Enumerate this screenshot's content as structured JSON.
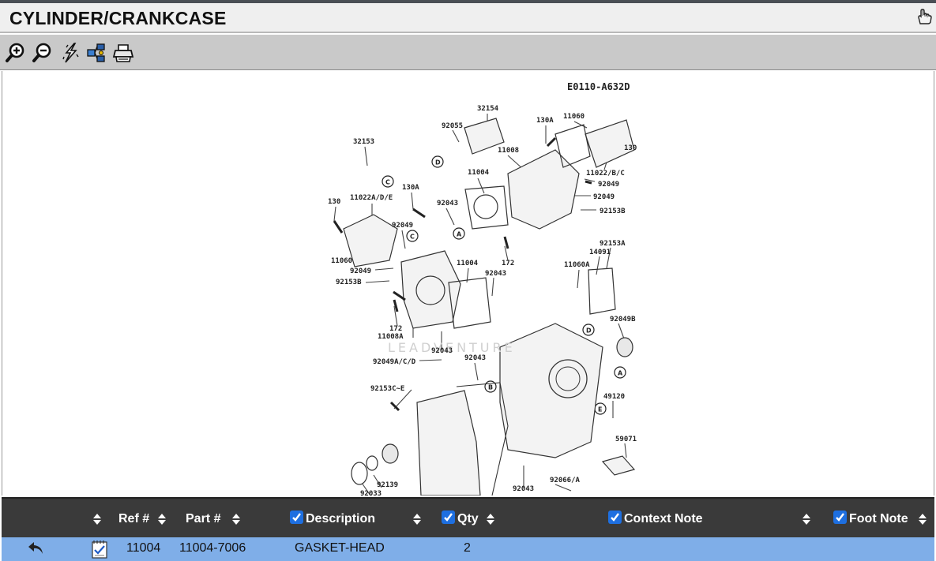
{
  "window": {
    "title": "CYLINDER/CRANKCASE"
  },
  "toolbar": {
    "buttons": [
      {
        "name": "zoom-in-icon"
      },
      {
        "name": "zoom-out-icon"
      },
      {
        "name": "lightning-icon"
      },
      {
        "name": "network-icon"
      },
      {
        "name": "print-icon"
      }
    ]
  },
  "diagram": {
    "code": "E0110-A632D",
    "watermark": "LEADVENTURE",
    "labels": [
      "32154",
      "92055",
      "130A",
      "11060",
      "11008",
      "130",
      "32153",
      "11004",
      "11022/B/C",
      "92049",
      "92049",
      "92153B",
      "130",
      "11022A/D/E",
      "130A",
      "92043",
      "92049",
      "11060",
      "92049",
      "92153B",
      "11004",
      "172",
      "92043",
      "92153A",
      "14091",
      "11060A",
      "92049B",
      "172",
      "11008A",
      "92043",
      "92049A/C/D",
      "92043",
      "92153C~E",
      "49120",
      "59071",
      "92139",
      "92033",
      "92043",
      "92066/A"
    ],
    "callouts": [
      "C",
      "D",
      "C",
      "A",
      "D",
      "A",
      "B",
      "E"
    ]
  },
  "table": {
    "columns": {
      "ref": "Ref #",
      "part": "Part #",
      "description": "Description",
      "qty": "Qty",
      "context": "Context Note",
      "foot": "Foot Note"
    },
    "rows": [
      {
        "ref": "11004",
        "part": "11004-7006",
        "description": "GASKET-HEAD",
        "qty": "2"
      }
    ]
  },
  "colors": {
    "header_bg": "#3a3a3a",
    "row_selected": "#7faee8",
    "toolbar_bg": "#c9c9c9",
    "checkbox": "#1e6fe0"
  }
}
